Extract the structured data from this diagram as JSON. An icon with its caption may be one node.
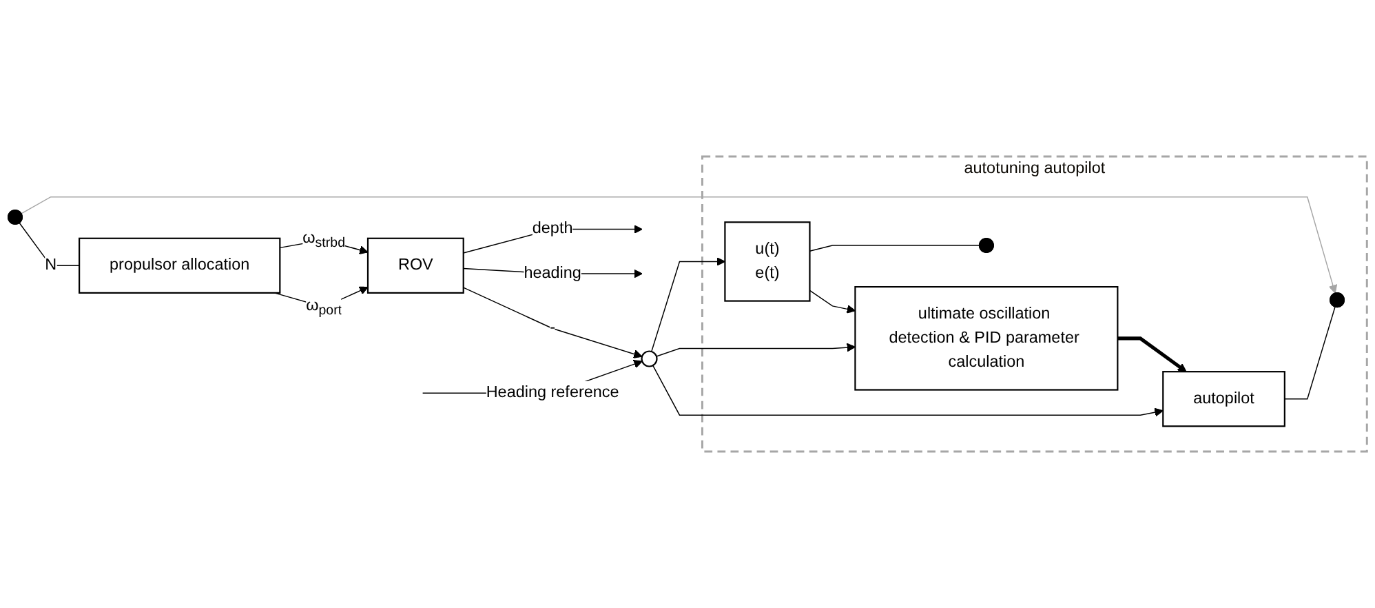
{
  "diagram": {
    "nodes": [
      {
        "text": [
          "autotuning autopilot"
        ]
      },
      {
        "text": [
          "u(t)",
          "e(t)"
        ],
        "in": 0
      },
      {
        "text": [
          "ultimate oscillation detection & PID parameter calculation"
        ],
        "in": 0
      },
      {
        "text": [
          "autopilot"
        ],
        "in": 0
      },
      {
        "text": [],
        "shape": "circle"
      },
      {
        "text": [],
        "shape": "dot",
        "in": 0
      },
      {
        "text": [],
        "shape": "dot",
        "in": 0
      },
      {
        "text": [],
        "shape": "dot"
      },
      {
        "text": [
          "propulsor allocation"
        ]
      },
      {
        "text": [
          "ROV"
        ]
      }
    ],
    "edges": [
      {
        "from": null,
        "to": 4,
        "arrow": "to",
        "label": "Heading reference"
      },
      {
        "from": 4,
        "to": 1,
        "arrow": "to"
      },
      {
        "from": 4,
        "to": 2,
        "arrow": "to"
      },
      {
        "from": 4,
        "to": 3,
        "arrow": "to"
      },
      {
        "from": 1,
        "to": 2,
        "arrow": "to"
      },
      {
        "from": 1,
        "to": 5,
        "arrow": "none"
      },
      {
        "from": 2,
        "to": 3,
        "arrow": "to",
        "style": "thick"
      },
      {
        "from": 3,
        "to": 6,
        "arrow": "none"
      },
      {
        "from": 7,
        "to": 6,
        "arrow": "to",
        "color": "#a6a6a6"
      },
      {
        "from": 7,
        "to": 8,
        "arrow": "none",
        "label": "N"
      },
      {
        "from": 8,
        "to": 9,
        "arrow": "to",
        "label": "ω$_{port}$"
      },
      {
        "from": 8,
        "to": 9,
        "arrow": "to",
        "label": "ω$_{strbd}$"
      },
      {
        "from": 9,
        "to": null,
        "arrow": "to",
        "label": "depth"
      },
      {
        "from": 9,
        "to": null,
        "arrow": "to",
        "label": "heading"
      },
      {
        "from": 9,
        "to": 4,
        "arrow": "to",
        "label": "-"
      }
    ]
  }
}
